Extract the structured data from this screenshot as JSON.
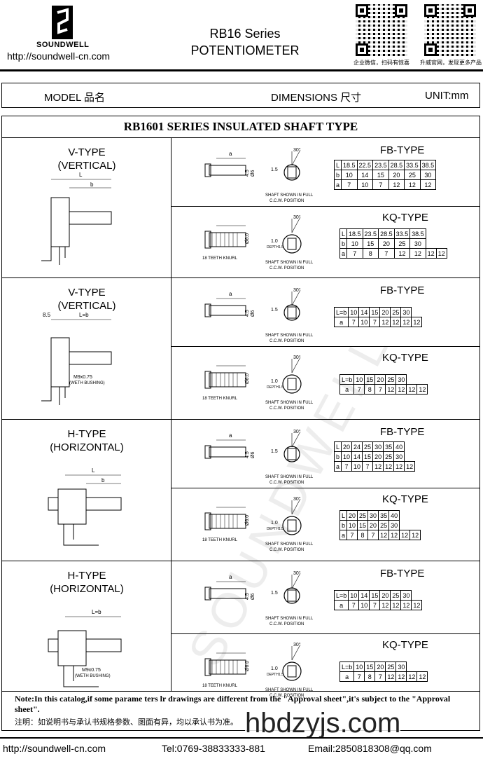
{
  "header": {
    "brand": "SOUNDWELL",
    "url": "http://soundwell-cn.com",
    "title_line1": "RB16 Series",
    "title_line2": "POTENTIOMETER",
    "qr1_label": "企业微信，扫码有惊喜",
    "qr2_label": "升威官网，发现更多产品"
  },
  "model_bar": {
    "model": "MODEL 品名",
    "dimensions": "DIMENSIONS 尺寸",
    "unit": "UNIT:mm"
  },
  "series_title": "RB1601 SERIES INSULATED SHAFT TYPE",
  "drawing_labels": {
    "shaft_note1": "SHAFT SHOWN IN FULL",
    "shaft_note2": "C.C.W. POSITION",
    "knurl": "18 TEETH KNURL",
    "bushing": "M9x0.75",
    "bushing2": "(WETH BUSHING)",
    "a": "a",
    "L": "L",
    "b": "b",
    "Lb": "L=b",
    "d85": "8.5",
    "angle": "30°",
    "d45": "4.5",
    "d6": "Ø6",
    "d60": "Ø6.0",
    "d10": "1.0",
    "d15": "1.5",
    "depth": "DEPTH1.5"
  },
  "sections": [
    {
      "type": "V-TYPE",
      "subtitle": "(VERTICAL)",
      "fb": {
        "label": "FB-TYPE",
        "rows": [
          [
            "L",
            "18.5",
            "22.5",
            "23.5",
            "28.5",
            "33.5",
            "38.5"
          ],
          [
            "b",
            "10",
            "14",
            "15",
            "20",
            "25",
            "30"
          ],
          [
            "a",
            "7",
            "10",
            "7",
            "12",
            "12",
            "12"
          ]
        ]
      },
      "kq": {
        "label": "KQ-TYPE",
        "rows": [
          [
            "L",
            "18.5",
            "23.5",
            "28.5",
            "33.5",
            "38.5"
          ],
          [
            "b",
            "10",
            "15",
            "20",
            "25",
            "30"
          ],
          [
            "a",
            "7",
            "8",
            "7",
            "12",
            "12",
            "12",
            "12"
          ]
        ]
      }
    },
    {
      "type": "V-TYPE",
      "subtitle": "(VERTICAL)",
      "fb": {
        "label": "FB-TYPE",
        "rows": [
          [
            "L=b",
            "10",
            "14",
            "15",
            "20",
            "25",
            "30"
          ],
          [
            "a",
            "7",
            "10",
            "7",
            "12",
            "12",
            "12",
            "12"
          ]
        ]
      },
      "kq": {
        "label": "KQ-TYPE",
        "rows": [
          [
            "L=b",
            "10",
            "15",
            "20",
            "25",
            "30"
          ],
          [
            "a",
            "7",
            "8",
            "7",
            "12",
            "12",
            "12",
            "12"
          ]
        ]
      }
    },
    {
      "type": "H-TYPE",
      "subtitle": "(HORIZONTAL)",
      "fb": {
        "label": "FB-TYPE",
        "rows": [
          [
            "L",
            "20",
            "24",
            "25",
            "30",
            "35",
            "40"
          ],
          [
            "b",
            "10",
            "14",
            "15",
            "20",
            "25",
            "30"
          ],
          [
            "a",
            "7",
            "10",
            "7",
            "12",
            "12",
            "12",
            "12"
          ]
        ]
      },
      "kq": {
        "label": "KQ-TYPE",
        "rows": [
          [
            "L",
            "20",
            "25",
            "30",
            "35",
            "40"
          ],
          [
            "b",
            "10",
            "15",
            "20",
            "25",
            "30"
          ],
          [
            "a",
            "7",
            "8",
            "7",
            "12",
            "12",
            "12",
            "12"
          ]
        ]
      }
    },
    {
      "type": "H-TYPE",
      "subtitle": "(HORIZONTAL)",
      "fb": {
        "label": "FB-TYPE",
        "rows": [
          [
            "L=b",
            "10",
            "14",
            "15",
            "20",
            "25",
            "30"
          ],
          [
            "a",
            "7",
            "10",
            "7",
            "12",
            "12",
            "12",
            "12"
          ]
        ]
      },
      "kq": {
        "label": "KQ-TYPE",
        "rows": [
          [
            "L=b",
            "10",
            "15",
            "20",
            "25",
            "30"
          ],
          [
            "a",
            "7",
            "8",
            "7",
            "12",
            "12",
            "12",
            "12"
          ]
        ]
      }
    }
  ],
  "notes": {
    "en": "Note:In this catalog,if some parame ters lr drawings are different from the \"Approval sheet\",it's subject to the \"Approval sheet\".",
    "cn": "注明：如说明书与承认书规格参数、图面有异，均以承认书为准。"
  },
  "footer": {
    "url": "http://soundwell-cn.com",
    "tel": "Tel:0769-38833333-881",
    "email": "Email:2850818308@qq.com"
  },
  "watermark": "SOUNDWELL",
  "overlay_text": "hbdzyjs.com"
}
